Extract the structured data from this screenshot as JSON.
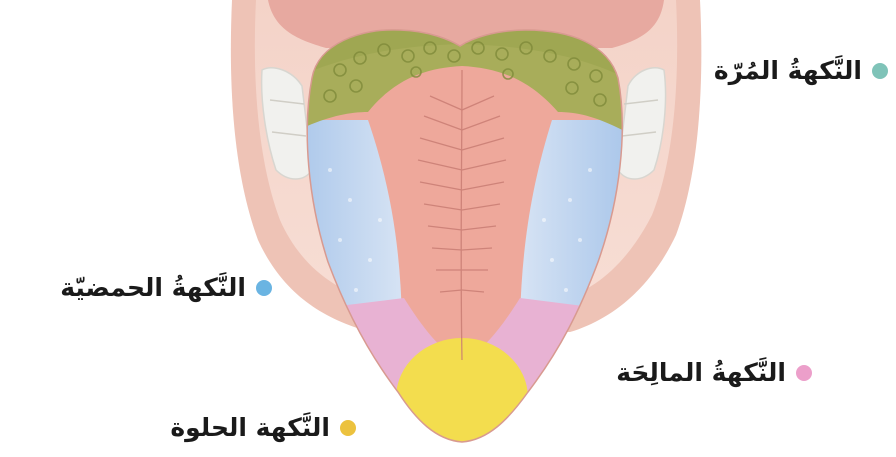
{
  "labels": {
    "bitter": {
      "text": "النَّكهةُ المُرّة",
      "color": "#7fc3b8"
    },
    "sour": {
      "text": "النَّكهةُ الحمضيّة",
      "color": "#6ab4e2"
    },
    "salty": {
      "text": "النَّكهةُ المالِحَة",
      "color": "#ec9fca"
    },
    "sweet": {
      "text": "النَّكهة الحلوة",
      "color": "#ecc23e"
    }
  },
  "regions": {
    "bitter_color": "#a8ad5a",
    "sour_color": "#bcd3ec",
    "salty_color": "#e8b2d3",
    "sweet_color": "#f3dd4e",
    "center_color": "#eea89b"
  }
}
